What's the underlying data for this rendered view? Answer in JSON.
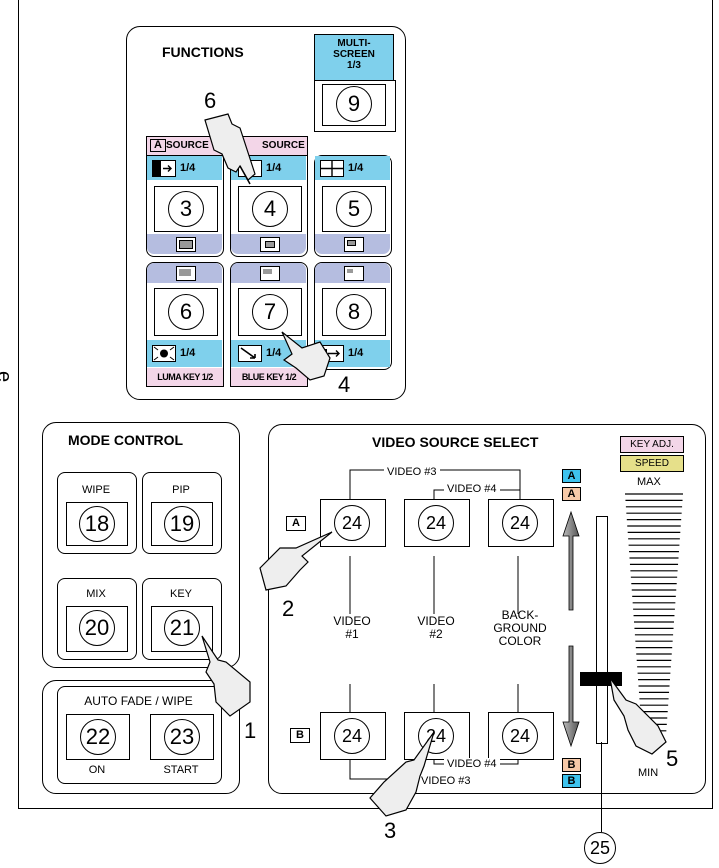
{
  "functions": {
    "title": "FUNCTIONS",
    "multiscreen": {
      "line1": "MULTI-",
      "line2": "SCREEN",
      "line3": "1/3",
      "num": "9"
    },
    "a_source": "SOURCE",
    "b_source": "SOURCE",
    "a_letter": "A",
    "fraction": "1/4",
    "nums": [
      "3",
      "4",
      "5",
      "6",
      "7",
      "8"
    ],
    "luma_key": "LUMA KEY 1/2",
    "blue_key": "BLUE KEY 1/2"
  },
  "mode_control": {
    "title": "MODE CONTROL",
    "wipe": "WIPE",
    "pip": "PIP",
    "mix": "MIX",
    "key": "KEY",
    "nums": [
      "18",
      "19",
      "20",
      "21"
    ]
  },
  "auto_fade": {
    "title": "AUTO FADE / WIPE",
    "on": "ON",
    "start": "START",
    "nums": [
      "22",
      "23"
    ]
  },
  "video_source": {
    "title": "VIDEO SOURCE SELECT",
    "video3": "VIDEO #3",
    "video4": "VIDEO #4",
    "video1_l1": "VIDEO",
    "video1_l2": "#1",
    "video2_l1": "VIDEO",
    "video2_l2": "#2",
    "bg_l1": "BACK-",
    "bg_l2": "GROUND",
    "bg_l3": "COLOR",
    "num": "24",
    "row_a": "A",
    "row_b": "B",
    "key_adj": "KEY ADJ.",
    "speed": "SPEED",
    "max": "MAX",
    "min": "MIN",
    "slider_num": "25"
  },
  "callouts": [
    "6",
    "4",
    "2",
    "1",
    "3",
    "5"
  ],
  "side_letter": "e",
  "colors": {
    "cyan": "#7fd0ec",
    "lavender": "#b5bde0",
    "pink": "#f3d6e8",
    "orange": "#f6c9a8",
    "yellow": "#e6e08a"
  }
}
